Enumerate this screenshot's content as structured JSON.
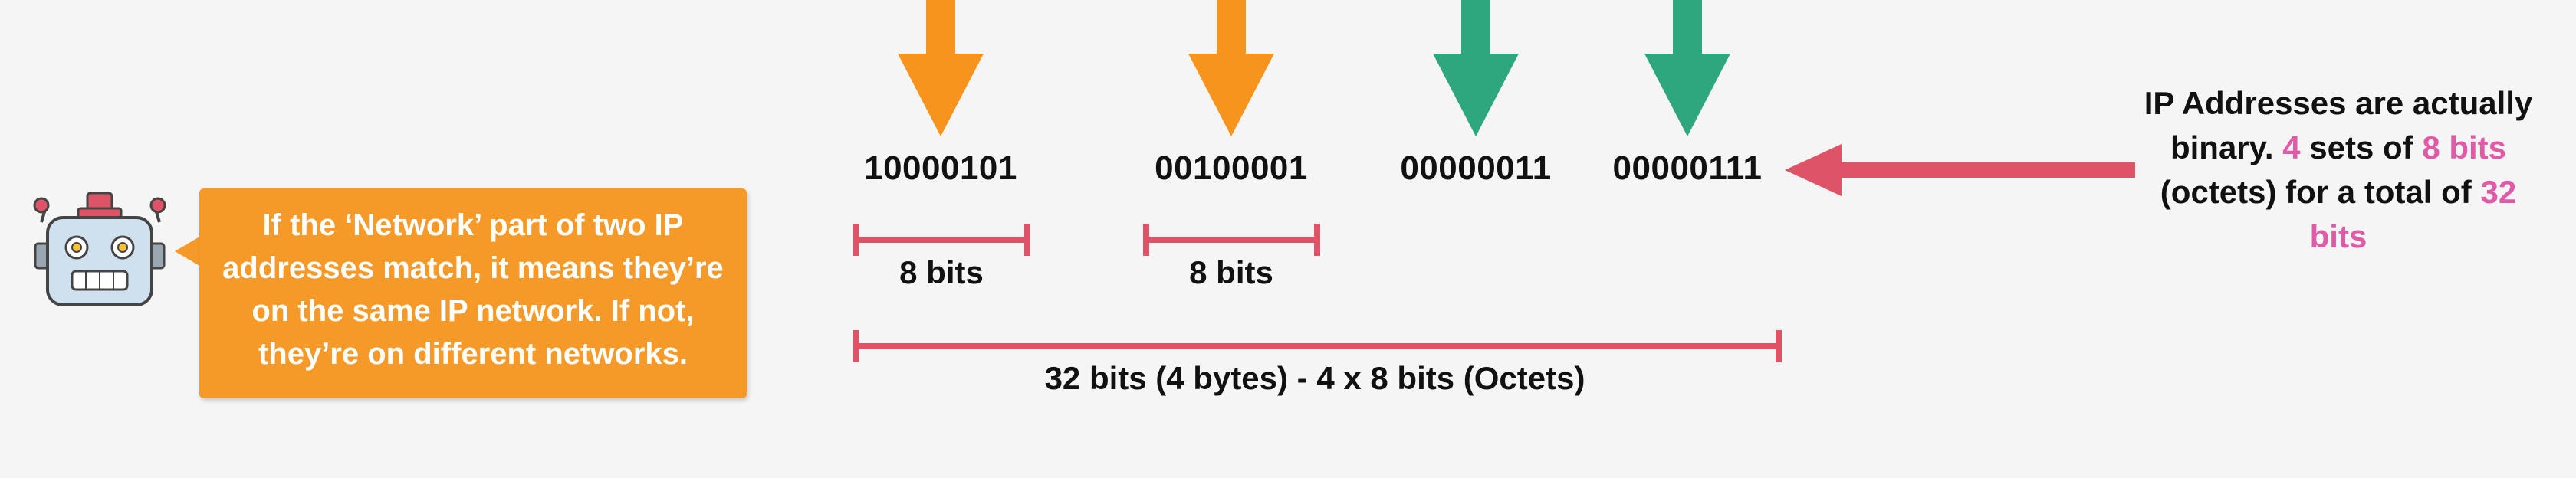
{
  "colors": {
    "orange": "#f7941d",
    "green": "#2ea77e",
    "red": "#df5367",
    "pink": "#e05aa8",
    "callout_bg": "#f59a28",
    "background": "#f5f5f5"
  },
  "octets": [
    {
      "binary": "10000101",
      "group": "network",
      "arrow_color": "orange"
    },
    {
      "binary": "00100001",
      "group": "network",
      "arrow_color": "orange"
    },
    {
      "binary": "00000011",
      "group": "host",
      "arrow_color": "green"
    },
    {
      "binary": "00000111",
      "group": "host",
      "arrow_color": "green"
    }
  ],
  "brackets": {
    "octet_1_label": "8 bits",
    "octet_2_label": "8 bits",
    "total_label": "32 bits (4 bytes) - 4 x 8 bits (Octets)"
  },
  "callout": {
    "text": "If the ‘Network’ part of two IP addresses match, it means they’re on the same IP network. If not, they’re on different networks."
  },
  "note": {
    "part1": "IP Addresses are actually binary. ",
    "count": "4",
    "part2": " sets of ",
    "octet_size": "8 bits",
    "part3": " (octets) for a total of ",
    "total": "32 bits"
  },
  "icons": {
    "mascot": "robot-icon",
    "pointer": "left-arrow-icon"
  }
}
